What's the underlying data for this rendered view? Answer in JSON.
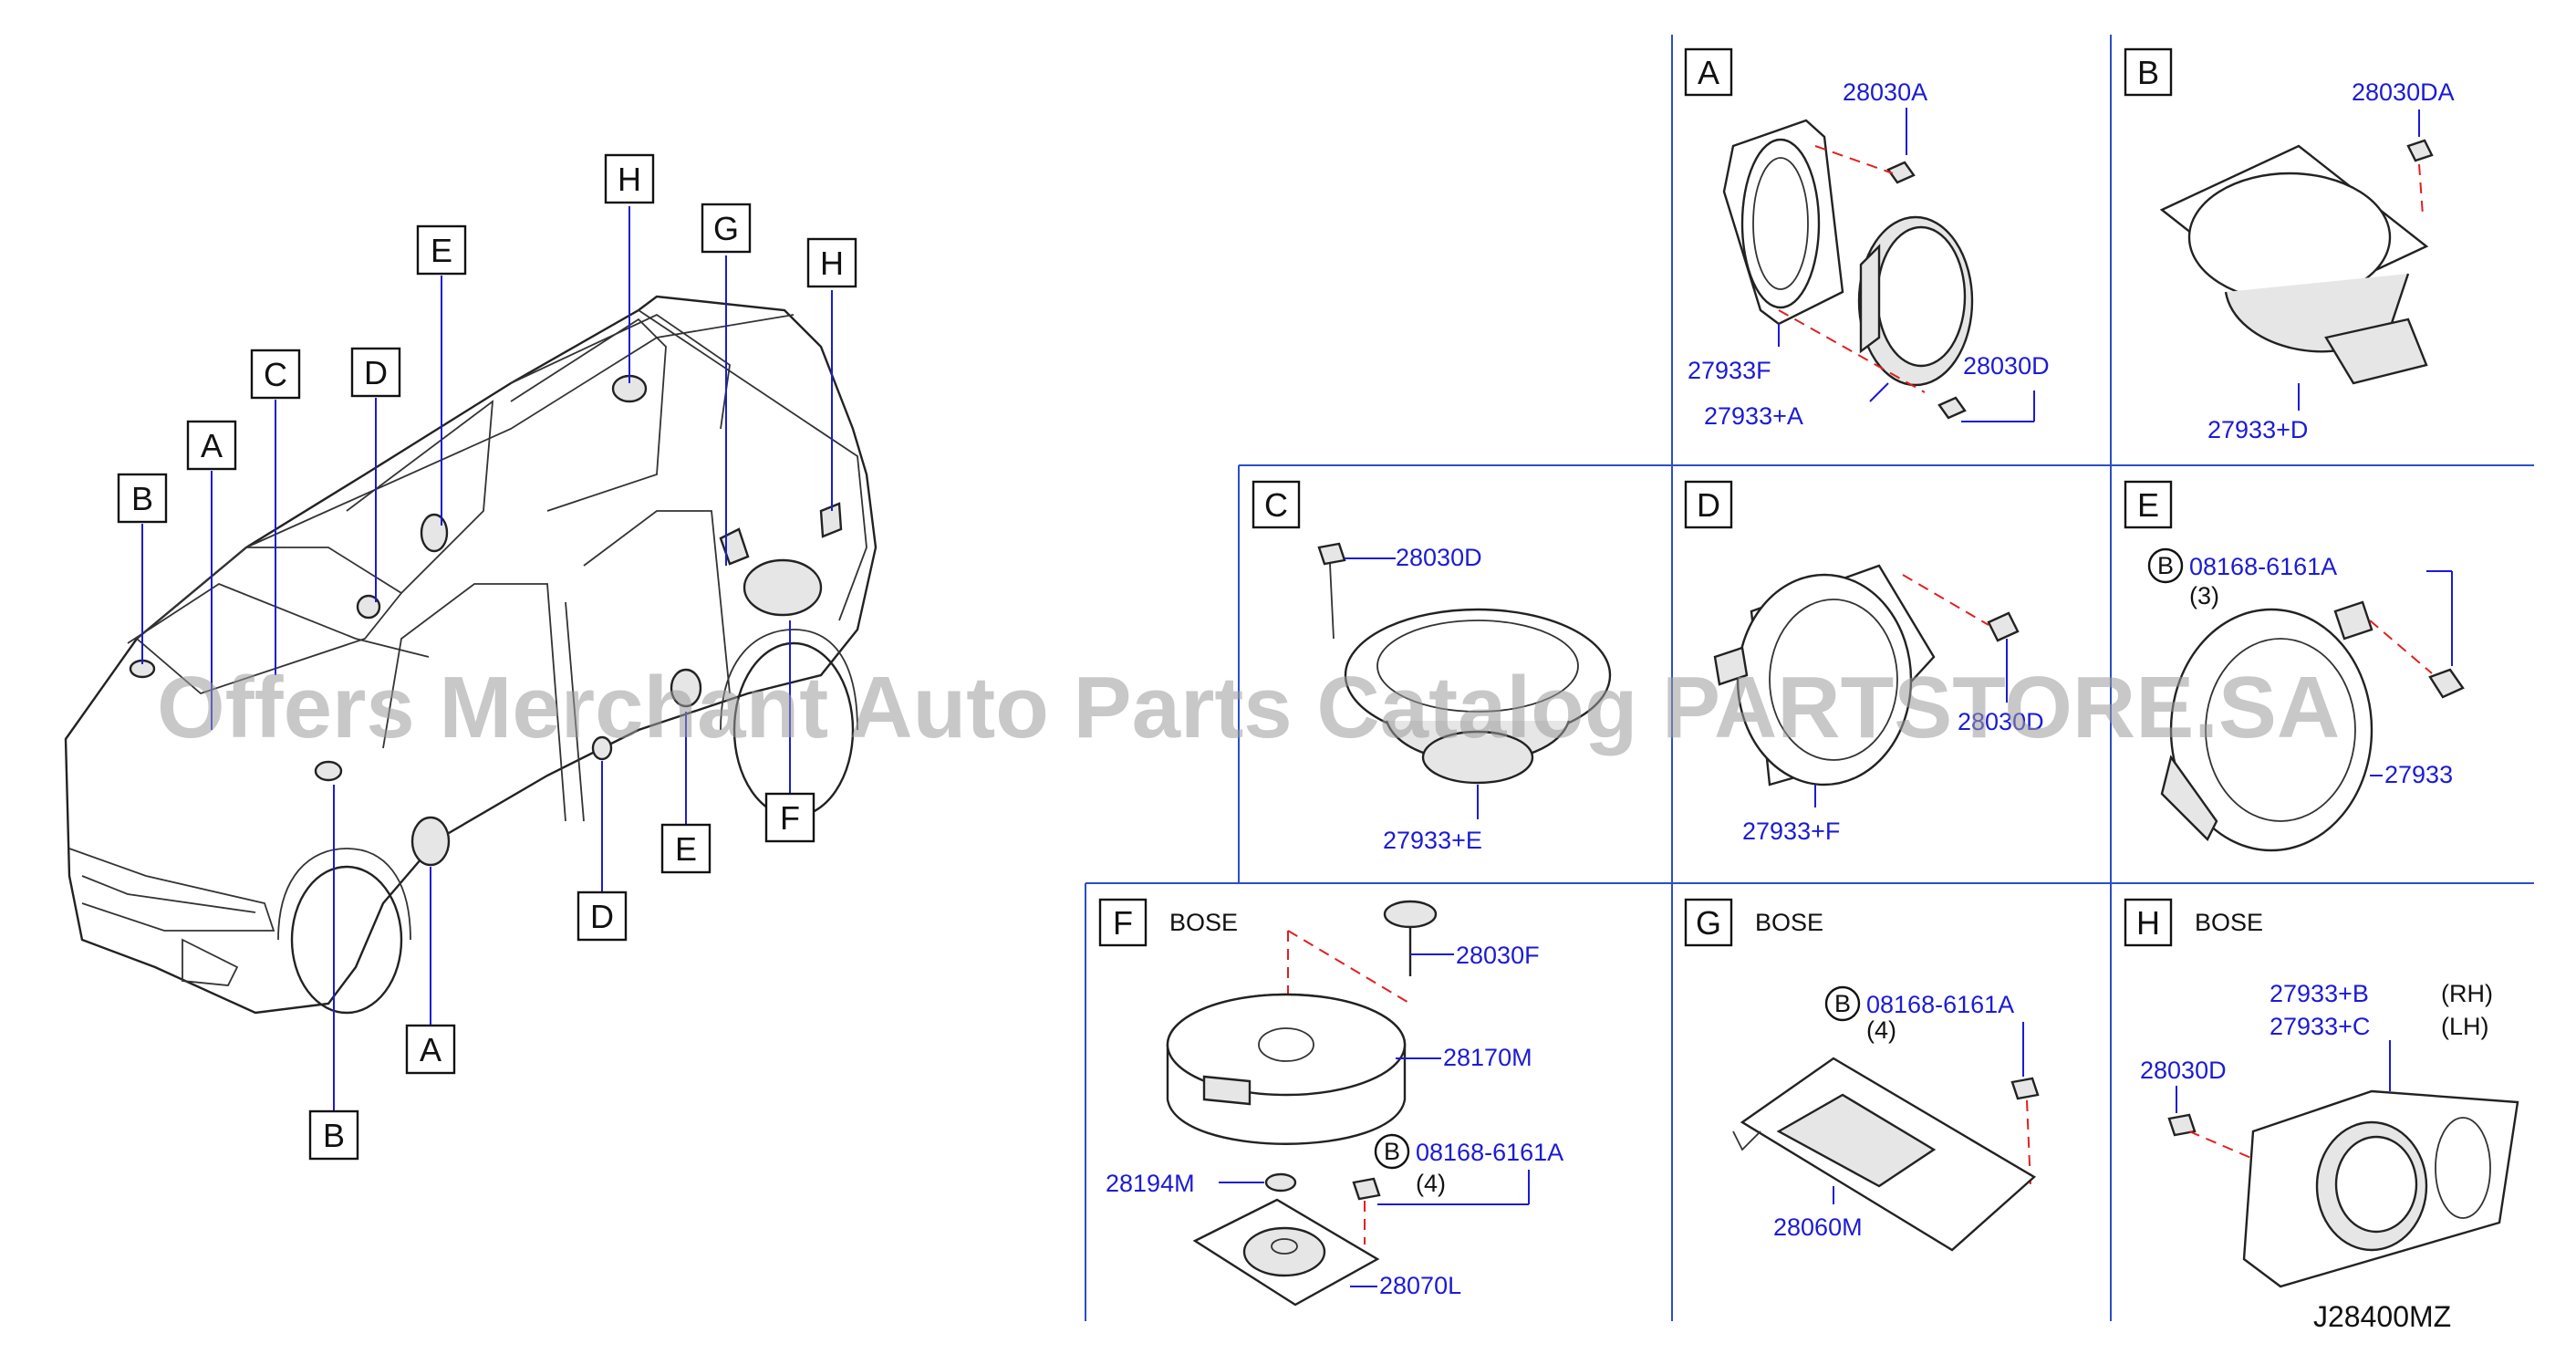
{
  "watermark": "Offers Merchant Auto Parts Catalog PARTSTORE.SA",
  "diagram_code": "J28400MZ",
  "section_keys": {
    "A": "A",
    "B": "B",
    "C": "C",
    "D": "D",
    "E": "E",
    "F": "F",
    "G": "G",
    "H": "H"
  },
  "vehicle_callouts": {
    "H_top": "H",
    "G": "G",
    "H_right": "H",
    "E_top": "E",
    "C": "C",
    "D_top": "D",
    "A_top": "A",
    "B_top": "B",
    "F": "F",
    "E_bottom": "E",
    "D_bottom": "D",
    "A_bottom": "A",
    "B_bottom": "B"
  },
  "panels": {
    "A": {
      "parts": [
        "28030A",
        "27933F",
        "28030D",
        "27933+A"
      ]
    },
    "B": {
      "parts": [
        "28030DA",
        "27933+D"
      ]
    },
    "C": {
      "parts": [
        "28030D",
        "27933+E"
      ]
    },
    "D": {
      "parts": [
        "28030D",
        "27933+F"
      ]
    },
    "E": {
      "bolt_code": "B",
      "parts": [
        "08168-6161A",
        "27933"
      ],
      "qty": "(3)"
    },
    "F": {
      "title": "BOSE",
      "bolt_code": "B",
      "parts": [
        "28030F",
        "28170M",
        "08168-6161A",
        "28194M",
        "28070L"
      ],
      "qty": "(4)"
    },
    "G": {
      "title": "BOSE",
      "bolt_code": "B",
      "parts": [
        "08168-6161A",
        "28060M"
      ],
      "qty": "(4)"
    },
    "H": {
      "title": "BOSE",
      "parts": [
        "27933+B",
        "27933+C",
        "28030D"
      ],
      "rh": "(RH)",
      "lh": "(LH)"
    }
  }
}
